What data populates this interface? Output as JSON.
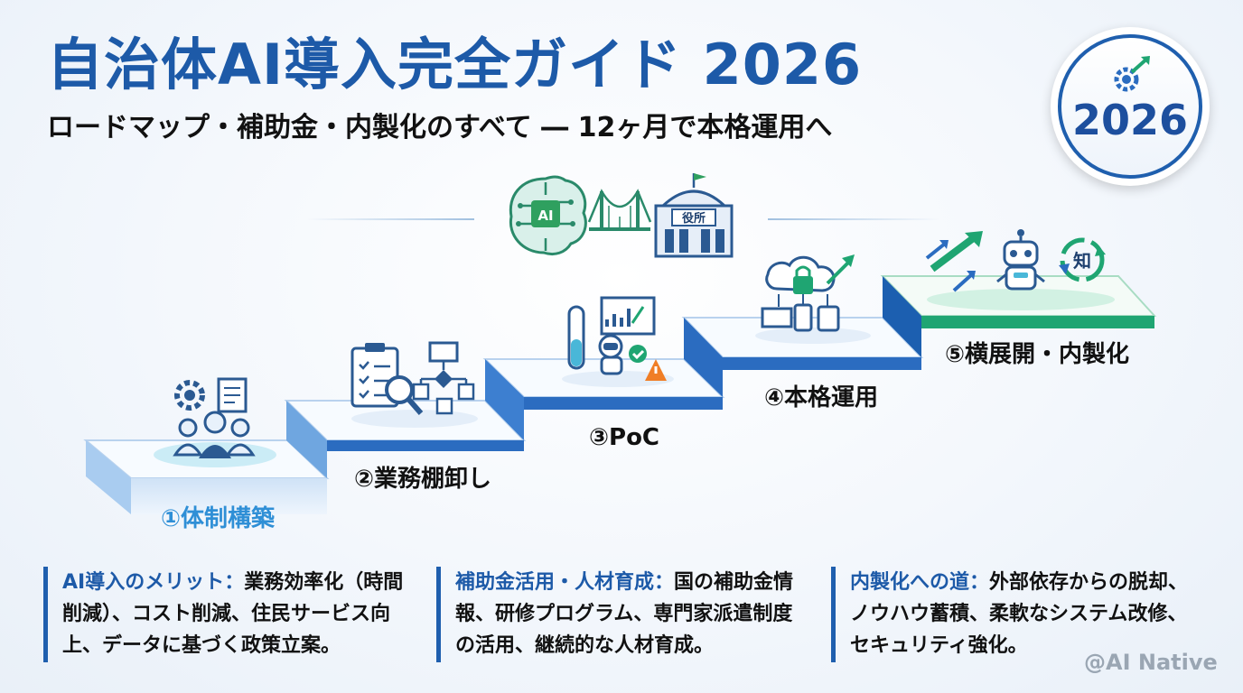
{
  "title": "自治体AI導入完全ガイド 2026",
  "subtitle": "ロードマップ・補助金・内製化のすべて ― 12ヶ月で本格運用へ",
  "badge": {
    "year": "2026"
  },
  "hero": {
    "ai_chip": "AI",
    "office_sign": "役所"
  },
  "steps": [
    {
      "label": "①体制構築",
      "color": "#2f8fd6"
    },
    {
      "label": "②業務棚卸し",
      "color": "#111111"
    },
    {
      "label": "③PoC",
      "color": "#111111"
    },
    {
      "label": "④本格運用",
      "color": "#111111"
    },
    {
      "label": "⑤横展開・内製化",
      "color": "#111111"
    }
  ],
  "icons": {
    "step5_knowledge": "知"
  },
  "info": [
    {
      "heading": "AI導入のメリット：",
      "body": "業務効率化（時間削減）、コスト削減、住民サービス向上、データに基づく政策立案。"
    },
    {
      "heading": "補助金活用・人材育成：",
      "body": "国の補助金情報、研修プログラム、専門家派遣制度の活用、継続的な人材育成。"
    },
    {
      "heading": "内製化への道：",
      "body": "外部依存からの脱却、ノウハウ蓄積、柔軟なシステム改修、セキュリティ強化。"
    }
  ],
  "watermark": "@AI Native",
  "colors": {
    "primary": "#1d5aa8",
    "step_side": "#2b6cc0",
    "step_top": "#f7fbff",
    "step5_accent": "#1fa572",
    "step1_label": "#2f8fd6"
  }
}
